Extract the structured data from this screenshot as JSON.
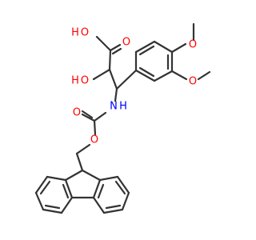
{
  "molecule": {
    "atoms": {
      "acid_h": "H",
      "acid_o": "O",
      "carbonyl_o1": "O",
      "hydroxy_h": "H",
      "hydroxy_o": "O",
      "nh_n": "N",
      "nh_h": "H",
      "carbamate_o_dbl": "O",
      "carbamate_o_ester": "O",
      "methoxy1_o": "O",
      "methoxy2_o": "O"
    },
    "colors": {
      "bond": "#333333",
      "oxygen": "#ff0000",
      "nitrogen": "#0000ff",
      "carbon_text": "#333333"
    }
  }
}
